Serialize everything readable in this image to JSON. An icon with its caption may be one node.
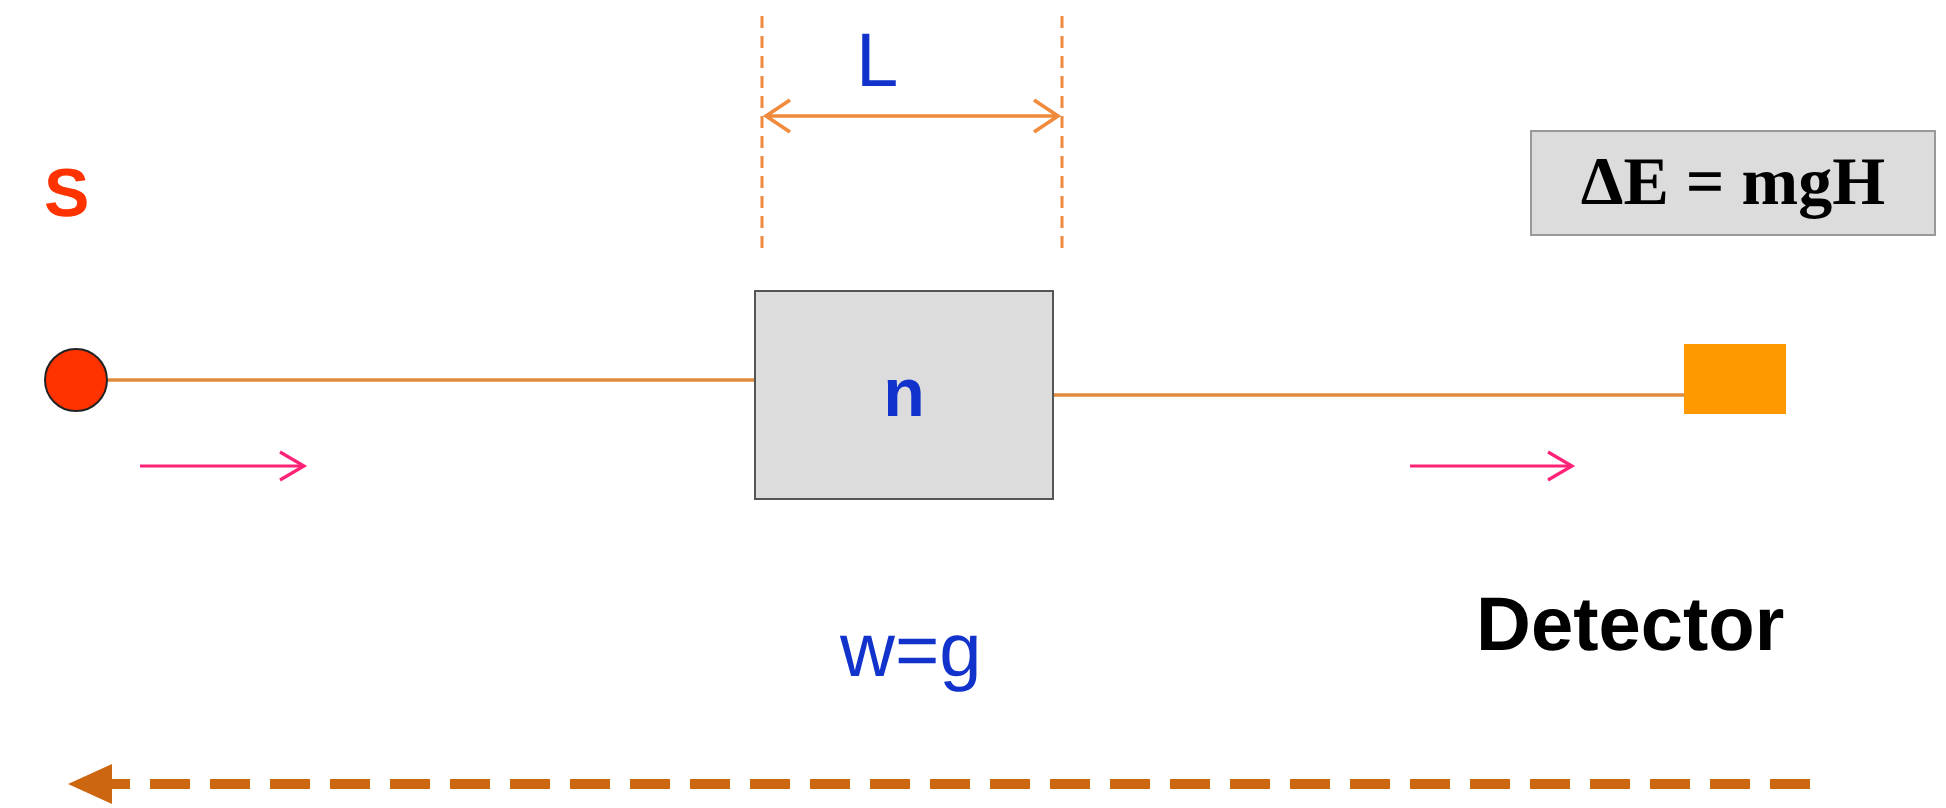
{
  "diagram": {
    "nodes": [
      {
        "text": [],
        "shape": "circle",
        "beside": [
          "S"
        ]
      },
      {
        "text": [
          "n"
        ]
      },
      {
        "text": [],
        "shape": "box",
        "beside": [
          "Detector"
        ]
      },
      {
        "text": [
          "ΔE = mgH"
        ]
      }
    ],
    "edges": [
      {
        "from": 0,
        "to": 1,
        "arrow": "none"
      },
      {
        "from": 1,
        "to": 2,
        "arrow": "none"
      }
    ],
    "labels": [
      "L",
      "w=g"
    ]
  }
}
